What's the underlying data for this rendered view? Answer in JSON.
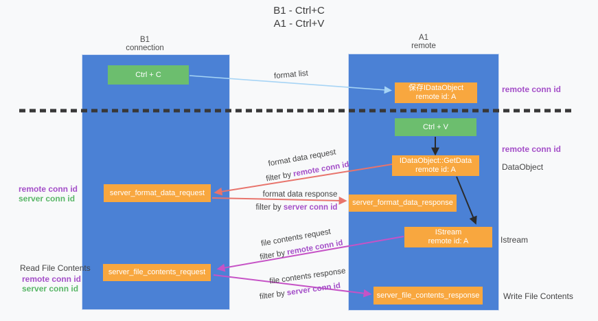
{
  "title": {
    "line1": "B1 - Ctrl+C",
    "line2": "A1 - Ctrl+V"
  },
  "lifelines": {
    "left": {
      "name": "B1",
      "role": "connection"
    },
    "right": {
      "name": "A1",
      "role": "remote"
    }
  },
  "boxes": {
    "ctrl_c": {
      "label": "Ctrl + C"
    },
    "ctrl_v": {
      "label": "Ctrl + V"
    },
    "save_dataobject": {
      "line1": "保存IDataObject",
      "line2": "remote id: A"
    },
    "getdata": {
      "line1": "IDataObject::GetData",
      "line2": "remote id: A"
    },
    "istream": {
      "line1": "IStream",
      "line2": "remote id: A"
    },
    "server_format_data_request": {
      "label": "server_format_data_request"
    },
    "server_format_data_response": {
      "label": "server_format_data_response"
    },
    "server_file_contents_request": {
      "label": "server_file_contents_request"
    },
    "server_file_contents_response": {
      "label": "server_file_contents_response"
    }
  },
  "flow_labels": {
    "format_list": "format list",
    "format_data_request": "format data request",
    "format_data_request_filter_prefix": "filter by ",
    "format_data_request_filter_key": "remote conn id",
    "format_data_response": "format data response",
    "format_data_response_filter_prefix": "filter by ",
    "format_data_response_filter_key": "server conn id",
    "file_contents_request": "file contents request",
    "file_contents_request_filter_prefix": "filter by ",
    "file_contents_request_filter_key": "remote conn id",
    "file_contents_response": "file contents response",
    "file_contents_response_filter_prefix": "filter by ",
    "file_contents_response_filter_key": "server conn id"
  },
  "side_labels": {
    "right_top_remote_conn_id": "remote conn id",
    "right_mid_remote_conn_id": "remote conn id",
    "right_dataobject": "DataObject",
    "right_istream": "Istream",
    "right_write_file_contents": "Write File Contents",
    "left_remote_conn_id_1": "remote conn id",
    "left_server_conn_id_1": "server conn id",
    "left_read_file_contents": "Read File Contents",
    "left_remote_conn_id_2": "remote conn id",
    "left_server_conn_id_2": "server conn id"
  },
  "colors": {
    "lifeline_blue": "#4b81d5",
    "action_green": "#6cbe6e",
    "message_orange": "#f8a73f",
    "remote_conn_purple": "#a44fc8",
    "server_conn_green": "#59b667",
    "format_arrow_salmon": "#e8746c",
    "file_arrow_magenta": "#c653c6",
    "format_list_arrow_blue": "#a6d4f5",
    "separator_dash": "#383838"
  }
}
